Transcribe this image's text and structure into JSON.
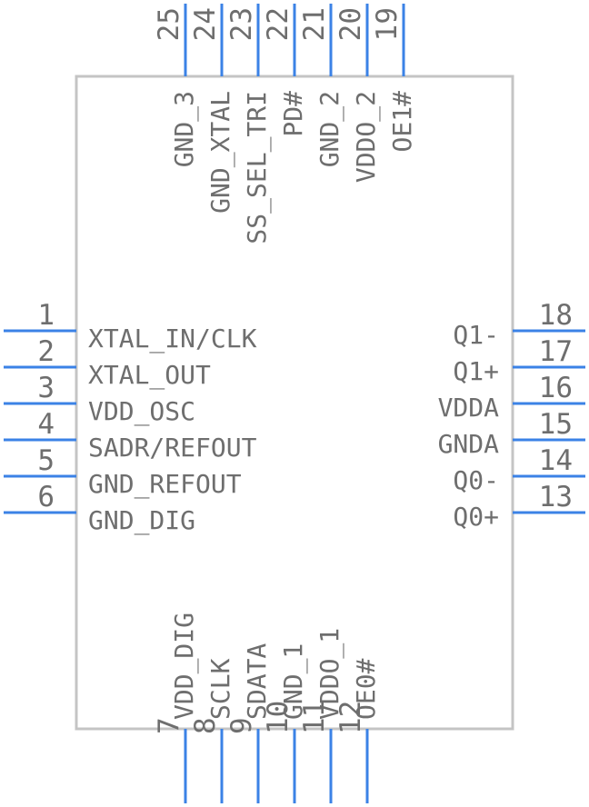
{
  "colors": {
    "pin": "#3b82e6",
    "body_outline": "#c4c4c4",
    "text": "#6e6e6e",
    "background": "#ffffff"
  },
  "pins": {
    "left": [
      {
        "num": "1",
        "label": "XTAL_IN/CLK"
      },
      {
        "num": "2",
        "label": "XTAL_OUT"
      },
      {
        "num": "3",
        "label": "VDD_OSC"
      },
      {
        "num": "4",
        "label": "SADR/REFOUT"
      },
      {
        "num": "5",
        "label": "GND_REFOUT"
      },
      {
        "num": "6",
        "label": "GND_DIG"
      }
    ],
    "bottom": [
      {
        "num": "7",
        "label": "VDD_DIG"
      },
      {
        "num": "8",
        "label": "SCLK"
      },
      {
        "num": "9",
        "label": "SDATA"
      },
      {
        "num": "10",
        "label": "GND_1"
      },
      {
        "num": "11",
        "label": "VDDO_1"
      },
      {
        "num": "12",
        "label": "OE0#"
      }
    ],
    "right": [
      {
        "num": "13",
        "label": "Q0+"
      },
      {
        "num": "14",
        "label": "Q0-"
      },
      {
        "num": "15",
        "label": "GNDA"
      },
      {
        "num": "16",
        "label": "VDDA"
      },
      {
        "num": "17",
        "label": "Q1+"
      },
      {
        "num": "18",
        "label": "Q1-"
      }
    ],
    "top": [
      {
        "num": "19",
        "label": "OE1#"
      },
      {
        "num": "20",
        "label": "VDDO_2"
      },
      {
        "num": "21",
        "label": "GND_2"
      },
      {
        "num": "22",
        "label": "PD#"
      },
      {
        "num": "23",
        "label": "SS_SEL_TRI"
      },
      {
        "num": "24",
        "label": "GND_XTAL"
      },
      {
        "num": "25",
        "label": "GND_3"
      }
    ]
  }
}
